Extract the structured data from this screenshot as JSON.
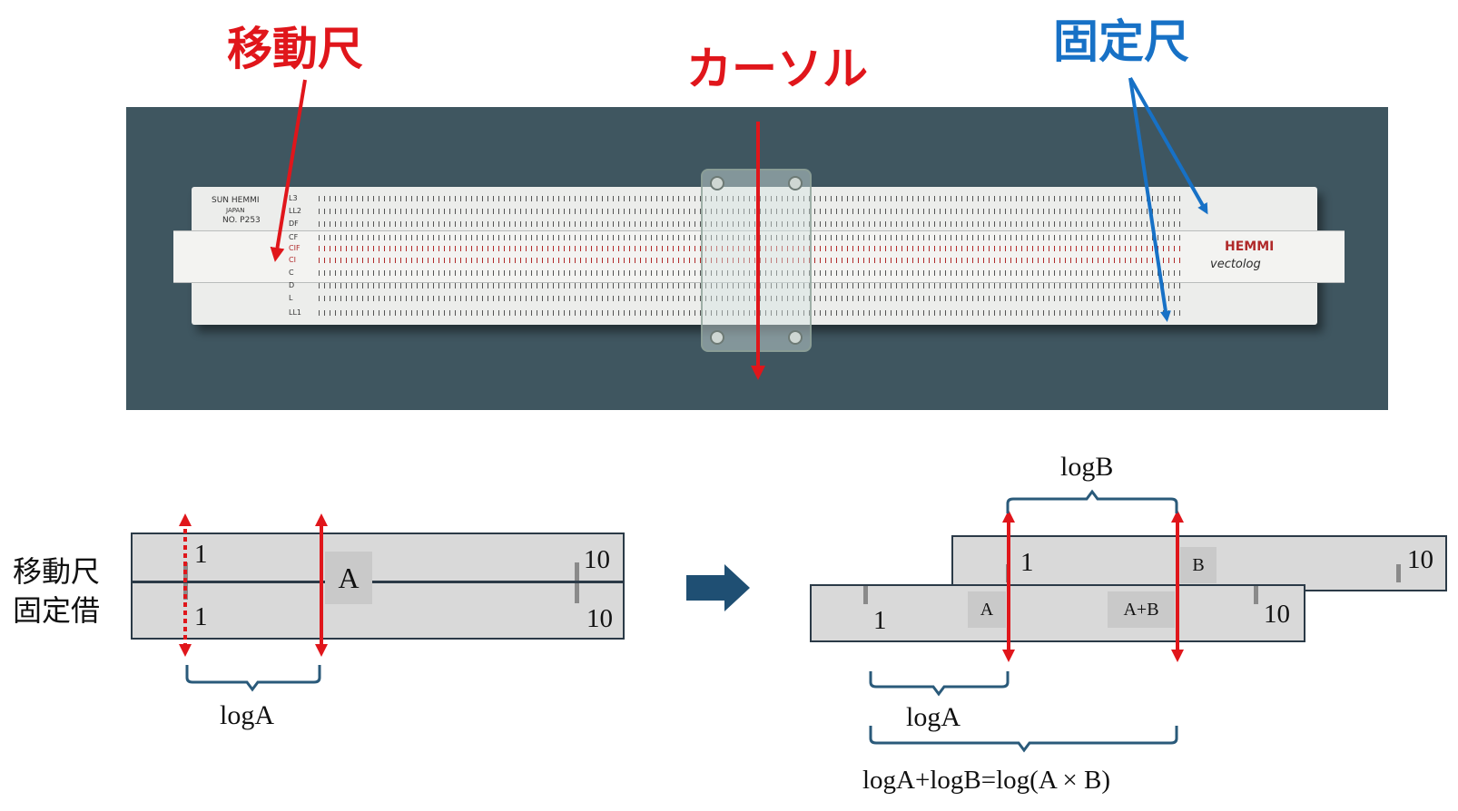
{
  "labels": {
    "sliding_rule": "移動尺",
    "cursor": "カーソル",
    "fixed_rule": "固定尺"
  },
  "photo": {
    "brand_top": "SUN HEMMI",
    "made_in": "JAPAN",
    "model": "NO. P253",
    "brand_right": "HEMMI",
    "brand_right_sub": "vectolog",
    "scale_names": [
      "L3",
      "LL2",
      "DF",
      "CF",
      "CIF",
      "CI",
      "C",
      "D",
      "L",
      "LL1"
    ]
  },
  "diagram_left": {
    "side_label_top": "移動尺",
    "side_label_bottom": "固定借",
    "slide_start": "1",
    "slide_end": "10",
    "fixed_start": "1",
    "fixed_end": "10",
    "marker": "A",
    "brace_label": "logA"
  },
  "diagram_right": {
    "slide_start": "1",
    "slide_end": "10",
    "slide_marker": "B",
    "fixed_start": "1",
    "fixed_end": "10",
    "fixed_marker_a": "A",
    "fixed_marker_ab": "A+B",
    "brace_top_label": "logB",
    "brace_mid_label": "logA",
    "formula": "logA+logB=log(A × B)"
  },
  "colors": {
    "red_label": "#e0161b",
    "blue_label": "#1771c6",
    "arrow_navy": "#1f4f73",
    "bracket_navy": "#2a5a7a",
    "ruler_fill": "#d9d9d9",
    "ruler_border": "#2b3a47"
  }
}
